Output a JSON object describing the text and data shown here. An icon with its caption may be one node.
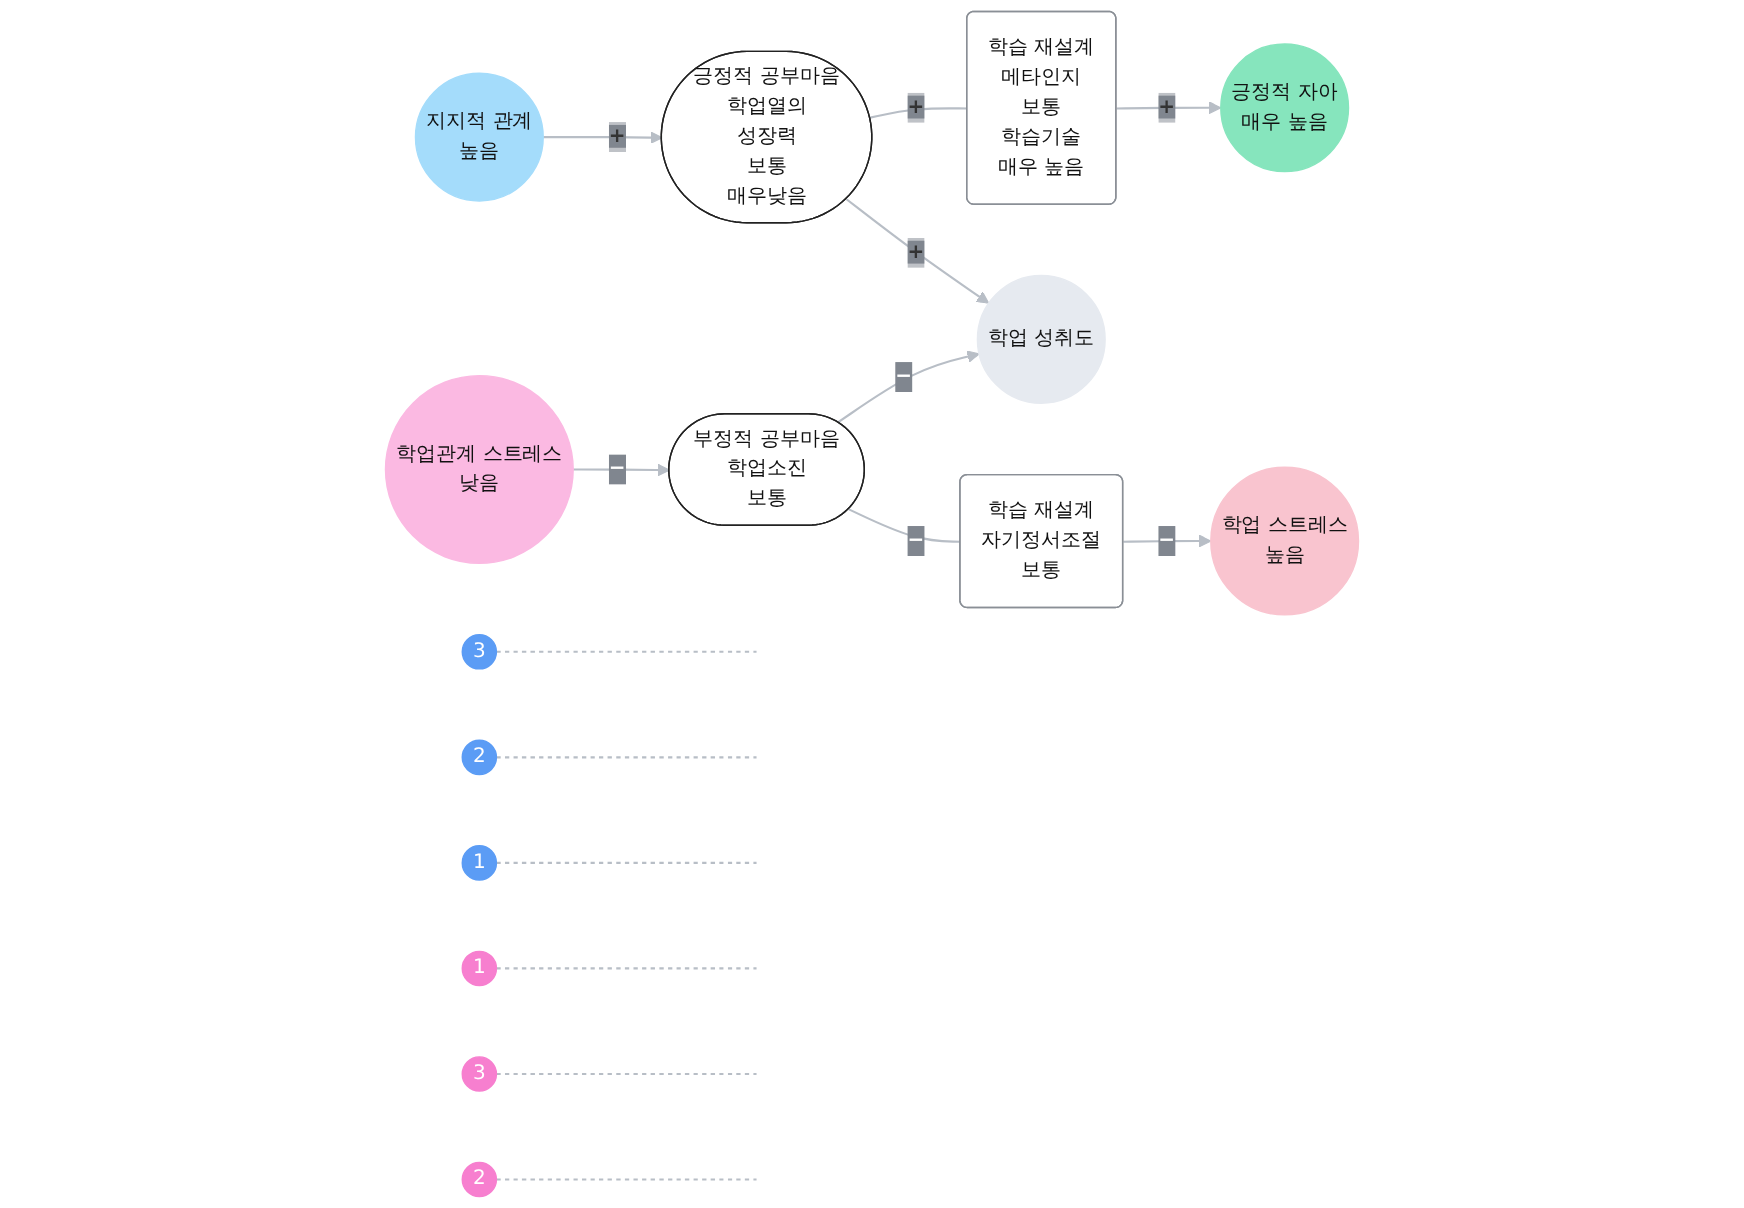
{
  "diagram": {
    "nodes": [
      {
        "text": [
          "학습 재설계",
          "메타인지",
          "보통",
          "학습기술",
          "매우 높음"
        ]
      },
      {
        "text": [
          "긍정적 자아",
          "매우 높음"
        ]
      },
      {
        "text": [
          "지지적 관계",
          "높음"
        ]
      },
      {
        "text": [
          "긍정적 공부마음",
          "학업열의",
          "성장력",
          "보통",
          "매우낮음"
        ]
      },
      {
        "text": [
          "학업 성취도"
        ]
      },
      {
        "text": [
          "학업 스트레스",
          "높음"
        ]
      },
      {
        "text": [
          "학업관계 스트레스",
          "낮음"
        ]
      },
      {
        "text": [
          "부정적 공부마음",
          "학업소진",
          "보통"
        ]
      },
      {
        "text": [
          "학습 재설계",
          "자기정서조절",
          "보통"
        ]
      },
      {
        "text": [
          "3"
        ]
      },
      {
        "text": [
          "2"
        ]
      },
      {
        "text": [
          "1"
        ]
      },
      {
        "text": [
          "1"
        ]
      },
      {
        "text": [
          "3"
        ]
      },
      {
        "text": [
          "2"
        ]
      }
    ],
    "edges": [
      {
        "from": 0,
        "to": 1,
        "arrow": "to",
        "label": "+"
      },
      {
        "from": 3,
        "to": 0,
        "arrow": "none",
        "label": "+"
      },
      {
        "from": 2,
        "to": 3,
        "arrow": "to",
        "label": "+"
      },
      {
        "from": 3,
        "to": 4,
        "arrow": "to",
        "label": "+"
      },
      {
        "from": 6,
        "to": 7,
        "arrow": "to",
        "label": "−"
      },
      {
        "from": 7,
        "to": 4,
        "arrow": "to",
        "label": "−"
      },
      {
        "from": 7,
        "to": 8,
        "arrow": "none",
        "label": "−"
      },
      {
        "from": 8,
        "to": 5,
        "arrow": "to",
        "label": "−"
      },
      {
        "from": 9,
        "to": null,
        "arrow": "none",
        "style": "dashed"
      },
      {
        "from": 10,
        "to": null,
        "arrow": "none",
        "style": "dashed"
      },
      {
        "from": 11,
        "to": null,
        "arrow": "none",
        "style": "dashed"
      },
      {
        "from": 12,
        "to": null,
        "arrow": "none",
        "style": "dashed"
      },
      {
        "from": 13,
        "to": null,
        "arrow": "none",
        "style": "dashed"
      },
      {
        "from": 14,
        "to": null,
        "arrow": "none",
        "style": "dashed"
      }
    ]
  }
}
